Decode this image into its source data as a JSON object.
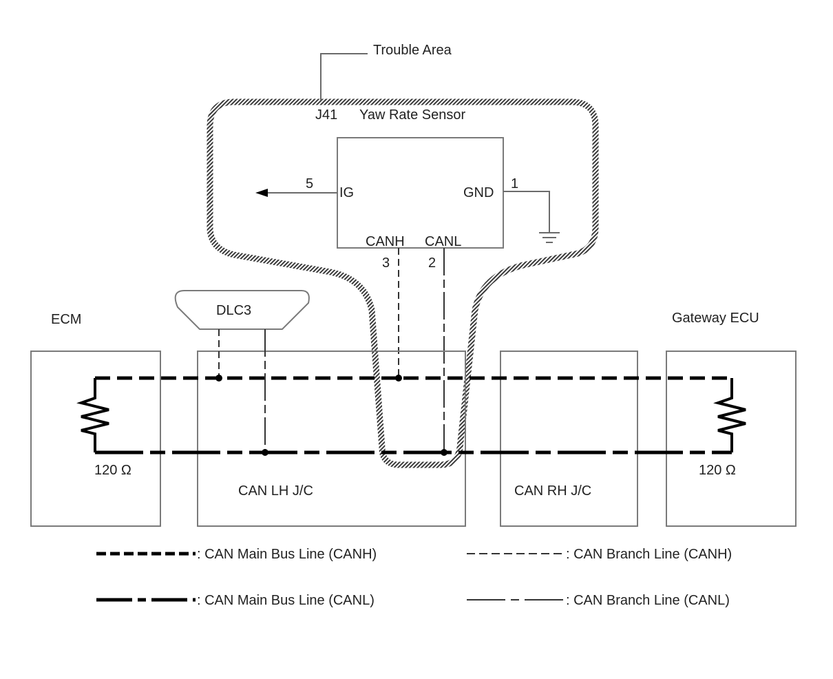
{
  "diagram": {
    "trouble_area_label": "Trouble Area",
    "sensor": {
      "connector": "J41",
      "name": "Yaw Rate Sensor",
      "pins": {
        "ig": {
          "label": "IG",
          "number": "5"
        },
        "gnd": {
          "label": "GND",
          "number": "1"
        },
        "canh": {
          "label": "CANH",
          "number": "3"
        },
        "canl": {
          "label": "CANL",
          "number": "2"
        }
      }
    },
    "dlc": {
      "label": "DLC3"
    },
    "ecm": {
      "label": "ECM",
      "resistor": "120 Ω"
    },
    "gateway": {
      "label": "Gateway ECU",
      "resistor": "120 Ω"
    },
    "can_lh": {
      "label": "CAN LH J/C"
    },
    "can_rh": {
      "label": "CAN RH J/C"
    },
    "legend": [
      {
        "key": "main-canh",
        "text": ": CAN Main Bus Line (CANH)"
      },
      {
        "key": "branch-canh",
        "text": ": CAN Branch Line (CANH)"
      },
      {
        "key": "main-canl",
        "text": ": CAN Main Bus Line (CANL)"
      },
      {
        "key": "branch-canl",
        "text": ": CAN Branch Line (CANL)"
      }
    ],
    "colors": {
      "bus": "#000000",
      "box_stroke": "#7a7a7a",
      "hatch": "#555555"
    }
  }
}
